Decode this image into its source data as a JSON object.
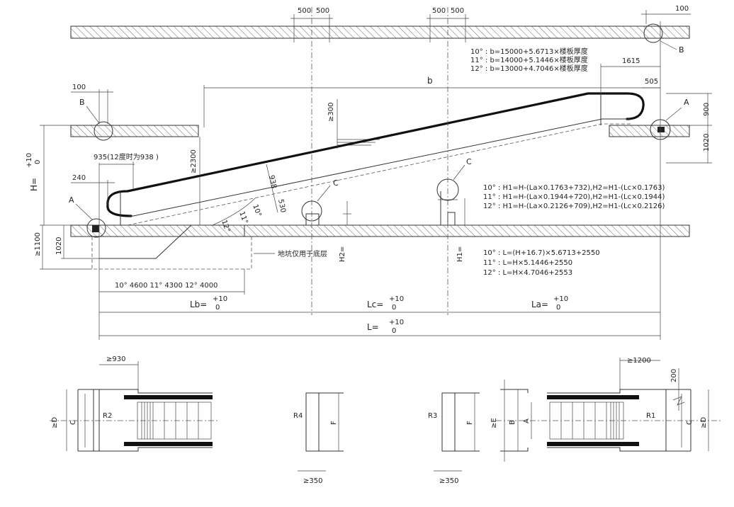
{
  "labels": {
    "gap_500_a": "500",
    "gap_500_b": "500",
    "gap_500_c": "500",
    "gap_500_d": "500",
    "top_right_100": "100",
    "top_left_100": "100",
    "dim_1615": "1615",
    "dim_505": "505",
    "dim_900": "900",
    "dim_1020_right": "1020",
    "b_label": "b",
    "ge300": "≥300",
    "ge2300": "≥2300",
    "dim_938": "938",
    "dim_530": "530",
    "deg_12": "12°",
    "deg_11": "11°",
    "deg_10": "10°",
    "note_935": "935(12度时为938 )",
    "dim_240": "240",
    "h_label": "H=",
    "tol_plus": "+10",
    "tol_zero": "0",
    "ge1100": "≥1100",
    "dim_1020_left": "1020",
    "pit_note": "地坑仅用于底层",
    "pit_lengths": "10°   4600   11°   4300    12°   4000",
    "h2_label": "H2=",
    "h1_label": "H1=",
    "lb_label": "Lb=",
    "lc_label": "Lc=",
    "la_label": "La=",
    "l_label": "L=",
    "marker_A": "A",
    "marker_B": "B",
    "marker_C": "C",
    "ge930": "≥930",
    "ge1200": "≥1200",
    "dim_200": "200",
    "ge350": "≥350",
    "R1": "R1",
    "R2": "R2",
    "R3": "R3",
    "R4": "R4",
    "D_ge": "≥D",
    "C": "C",
    "F": "F",
    "E_ge": "≥E",
    "Bb": "B",
    "Aa": "A"
  },
  "b_formulas": [
    "10° : b=15000+5.6713×楼板厚度",
    "11° : b=14000+5.1446×楼板厚度",
    "12° : b=13000+4.7046×楼板厚度"
  ],
  "h_formulas": [
    "10° : H1=H-(La×0.1763+732),H2=H1-(Lc×0.1763)",
    "11° : H1=H-(La×0.1944+720),H2=H1-(Lc×0.1944)",
    "12° : H1=H-(La×0.2126+709),H2=H1-(Lc×0.2126)"
  ],
  "l_formulas": [
    "10° : L=(H+16.7)×5.6713+2550",
    "11° : L=H×5.1446+2550",
    "12° : L=H×4.7046+2553"
  ]
}
